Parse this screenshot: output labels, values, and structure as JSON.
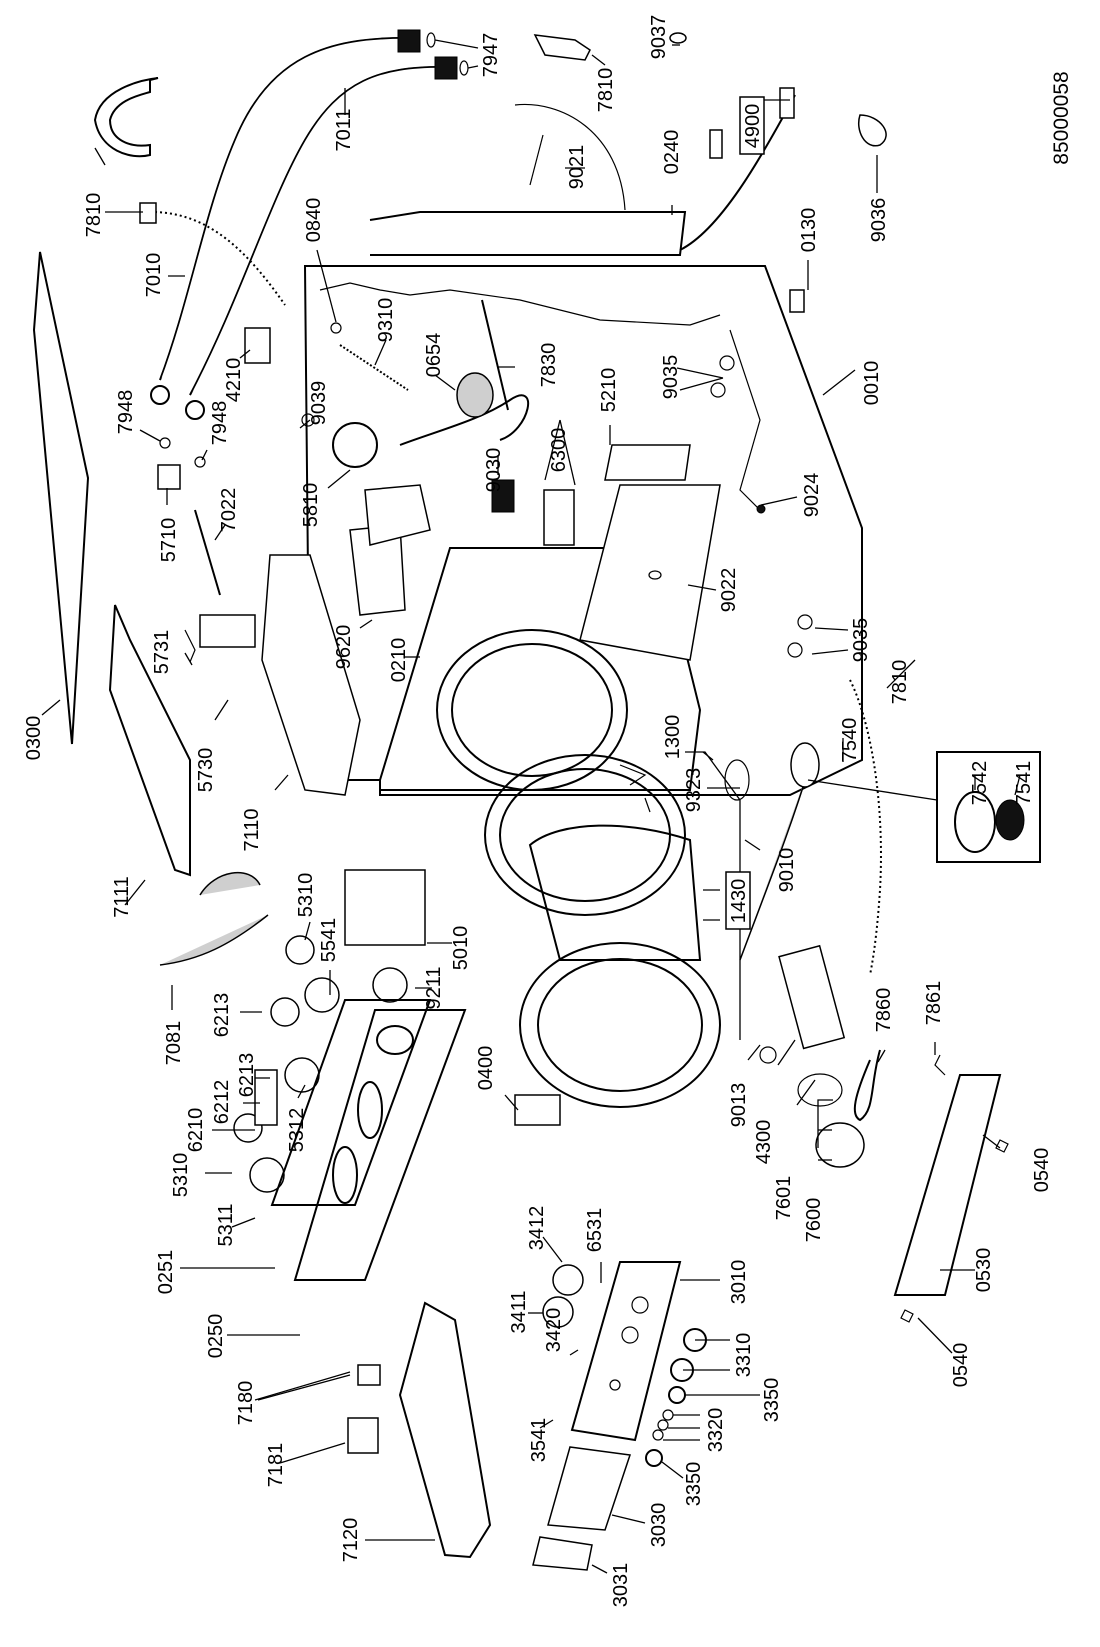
{
  "diagram": {
    "title": "Washing machine exploded parts diagram",
    "drawing_id": "85000058",
    "orientation": "rotated-90-ccw",
    "labels": {
      "p7810a": "7810",
      "p7011": "7011",
      "p7947": "7947",
      "p7810b": "7810",
      "p9037": "9037",
      "p9021": "9021",
      "p0240": "0240",
      "p4900": "4900",
      "p9036": "9036",
      "p0130": "0130",
      "p7010": "7010",
      "p0840": "0840",
      "p9310": "9310",
      "p0654": "0654",
      "p7830": "7830",
      "p4210": "4210",
      "p9039": "9039",
      "p7948a": "7948",
      "p7948b": "7948",
      "p5810": "5810",
      "p5710": "5710",
      "p7022": "7022",
      "p9030": "9030",
      "p6300": "6300",
      "p5210": "5210",
      "p9035a": "9035",
      "p0010": "0010",
      "p9024": "9024",
      "p9022": "9022",
      "p9035b": "9035",
      "p0300": "0300",
      "p5731": "5731",
      "p5730": "5730",
      "p7110": "7110",
      "p9620": "9620",
      "p0210": "0210",
      "p7810c": "7810",
      "p1300": "1300",
      "p9323": "9323",
      "p7540": "7540",
      "p7542": "7542",
      "p7541": "7541",
      "p9010": "9010",
      "p1430": "1430",
      "p7111": "7111",
      "p5310a": "5310",
      "p5541": "5541",
      "p5010": "5010",
      "p9211": "9211",
      "p7081": "7081",
      "p6213a": "6213",
      "p6213b": "6213",
      "p6212": "6212",
      "p6210": "6210",
      "p5312": "5312",
      "p5310b": "5310",
      "p5311": "5311",
      "p0400": "0400",
      "p9013": "9013",
      "p4300": "4300",
      "p7601": "7601",
      "p7600": "7600",
      "p7860": "7860",
      "p7861": "7861",
      "p0540a": "0540",
      "p0251": "0251",
      "p0250": "0250",
      "p3412": "3412",
      "p6531": "6531",
      "p3010": "3010",
      "p3411": "3411",
      "p3420": "3420",
      "p3310": "3310",
      "p3350a": "3350",
      "p3320": "3320",
      "p3541": "3541",
      "p3350b": "3350",
      "p3030": "3030",
      "p3031": "3031",
      "p7180": "7180",
      "p7181": "7181",
      "p7120": "7120",
      "p0530": "0530",
      "p0540b": "0540"
    }
  }
}
